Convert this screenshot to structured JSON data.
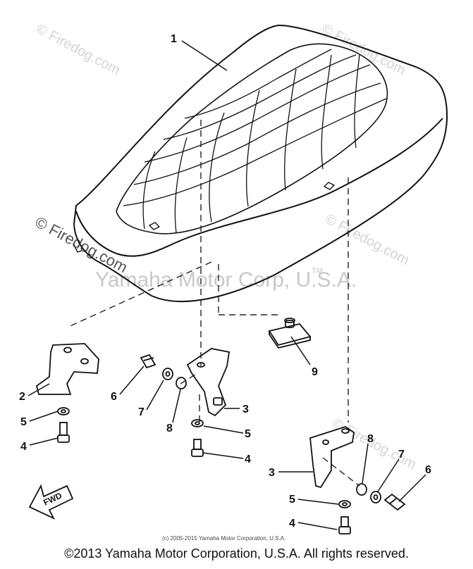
{
  "watermarks": {
    "firedog_top_left": "© Firedog.com",
    "firedog_top_right": "© Firedog.com",
    "firedog_mid_left": "© Firedog.com",
    "firedog_mid_right": "© Firedog.com",
    "firedog_bottom_right": "© Firedog.com",
    "yamaha_center": "Yamaha Motor Corp, U.S.A.",
    "tm": "TM"
  },
  "callouts": {
    "part_1": "1",
    "part_2": "2",
    "part_3a": "3",
    "part_3b": "3",
    "part_4a": "4",
    "part_4b": "4",
    "part_4c": "4",
    "part_5a": "5",
    "part_5b": "5",
    "part_5c": "5",
    "part_6a": "6",
    "part_6b": "6",
    "part_7a": "7",
    "part_7b": "7",
    "part_8a": "8",
    "part_8b": "8",
    "part_9": "9"
  },
  "fwd_label": "FWD",
  "small_copyright": "(c) 2005-2015 Yamaha Motor Corporation, U.S.A.",
  "footer_copyright": "©2013 Yamaha Motor Corporation, U.S.A. All rights reserved."
}
